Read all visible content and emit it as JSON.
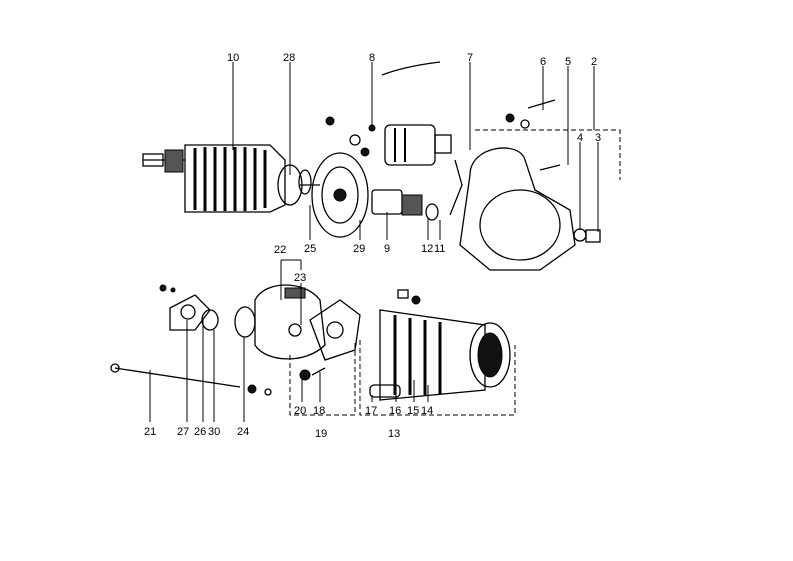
{
  "diagram": {
    "callouts": [
      {
        "id": "10",
        "text": "10"
      },
      {
        "id": "28",
        "text": "28"
      },
      {
        "id": "8",
        "text": "8"
      },
      {
        "id": "7",
        "text": "7"
      },
      {
        "id": "6",
        "text": "6"
      },
      {
        "id": "5",
        "text": "5"
      },
      {
        "id": "2",
        "text": "2"
      },
      {
        "id": "4",
        "text": "4"
      },
      {
        "id": "3",
        "text": "3"
      },
      {
        "id": "25",
        "text": "25"
      },
      {
        "id": "29",
        "text": "29"
      },
      {
        "id": "9",
        "text": "9"
      },
      {
        "id": "12",
        "text": "12"
      },
      {
        "id": "11",
        "text": "11"
      },
      {
        "id": "22",
        "text": "22"
      },
      {
        "id": "23",
        "text": "23"
      },
      {
        "id": "21",
        "text": "21"
      },
      {
        "id": "27",
        "text": "27"
      },
      {
        "id": "26",
        "text": "26"
      },
      {
        "id": "30",
        "text": "30"
      },
      {
        "id": "24",
        "text": "24"
      },
      {
        "id": "20",
        "text": "20"
      },
      {
        "id": "18",
        "text": "18"
      },
      {
        "id": "19",
        "text": "19"
      },
      {
        "id": "17",
        "text": "17"
      },
      {
        "id": "16",
        "text": "16"
      },
      {
        "id": "15",
        "text": "15"
      },
      {
        "id": "14",
        "text": "14"
      },
      {
        "id": "13",
        "text": "13"
      }
    ]
  }
}
